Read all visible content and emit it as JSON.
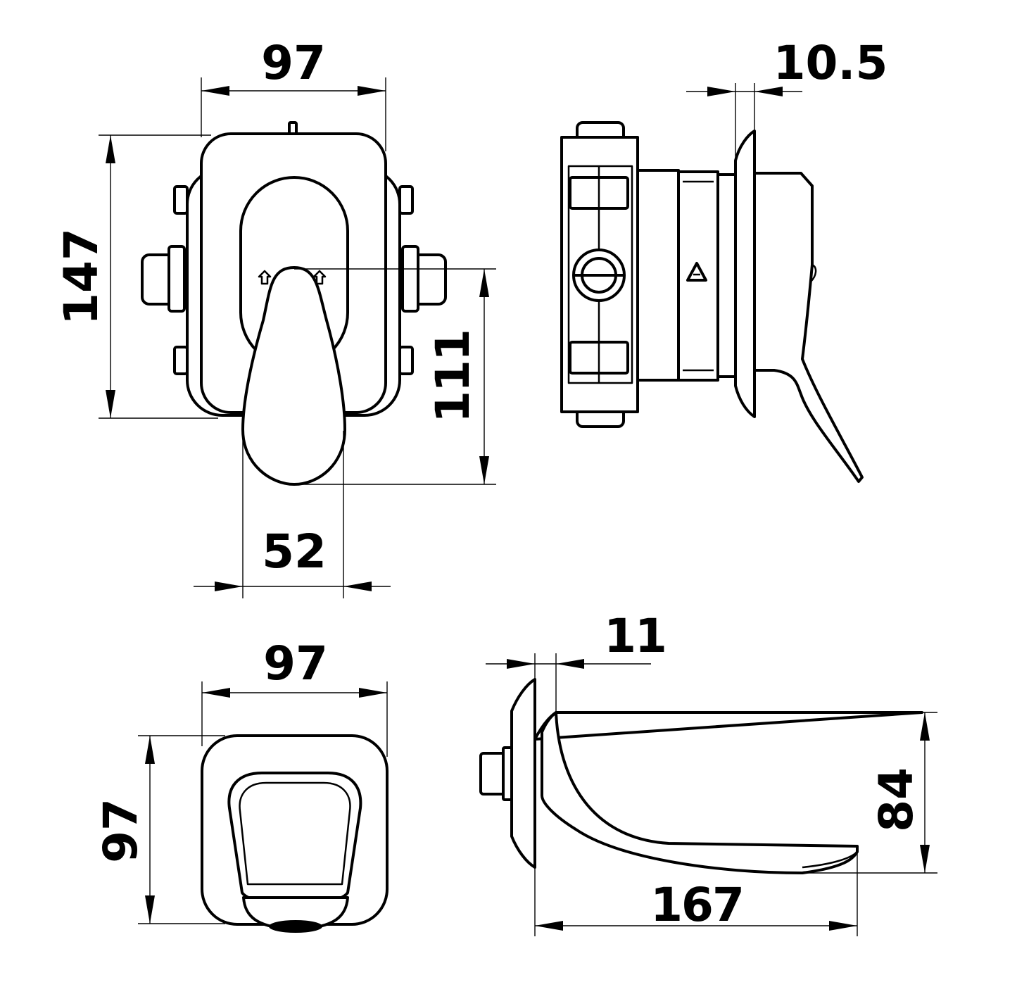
{
  "dimensions": {
    "front_width": "97",
    "front_height": "147",
    "lever_height": "111",
    "lever_width": "52",
    "side_depth": "10.5",
    "spout_front_width": "97",
    "spout_front_height": "97",
    "spout_plate": "11",
    "spout_height": "84",
    "spout_length": "167"
  }
}
